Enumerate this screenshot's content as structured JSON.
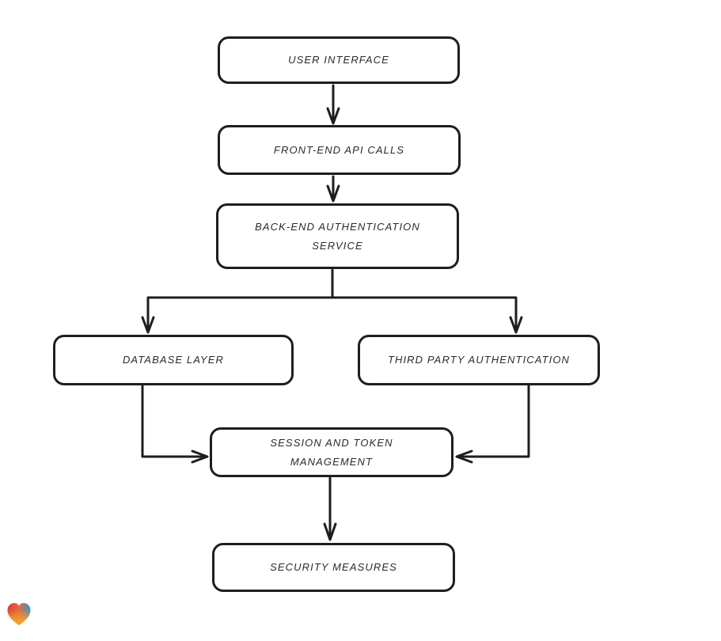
{
  "page": {
    "background_color": "#ffffff"
  },
  "diagram": {
    "type": "flowchart",
    "style": "hand-drawn",
    "stroke_color": "#1e1e1e",
    "node_fill_color": "#ffffff",
    "nodes": [
      {
        "id": "user-interface",
        "label": "USER INTERFACE"
      },
      {
        "id": "front-end-api-calls",
        "label": "FRONT-END API CALLS"
      },
      {
        "id": "back-end-authentication-service",
        "label": "BACK-END AUTHENTICATION SERVICE"
      },
      {
        "id": "database-layer",
        "label": "DATABASE LAYER"
      },
      {
        "id": "third-party-authentication",
        "label": "THIRD PARTY AUTHENTICATION"
      },
      {
        "id": "session-and-token-management",
        "label": "SESSION AND TOKEN MANAGEMENT"
      },
      {
        "id": "security-measures",
        "label": "SECURITY MEASURES"
      }
    ],
    "edges": [
      {
        "from": "user-interface",
        "to": "front-end-api-calls",
        "arrow": "down"
      },
      {
        "from": "front-end-api-calls",
        "to": "back-end-authentication-service",
        "arrow": "down"
      },
      {
        "from": "back-end-authentication-service",
        "to": "database-layer",
        "arrow": "branch-down"
      },
      {
        "from": "back-end-authentication-service",
        "to": "third-party-authentication",
        "arrow": "branch-down"
      },
      {
        "from": "database-layer",
        "to": "session-and-token-management",
        "arrow": "elbow-right"
      },
      {
        "from": "third-party-authentication",
        "to": "session-and-token-management",
        "arrow": "elbow-left"
      },
      {
        "from": "session-and-token-management",
        "to": "security-measures",
        "arrow": "down"
      }
    ]
  },
  "branding": {
    "logo_icon": "heart-gradient-icon",
    "logo_colors": [
      "#e23b3b",
      "#f59e2a",
      "#309ad6"
    ]
  }
}
